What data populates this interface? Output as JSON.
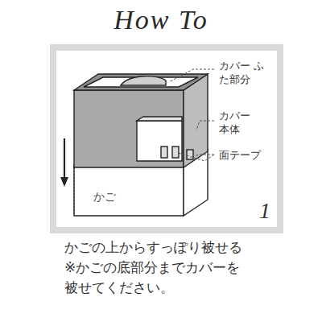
{
  "diagram": {
    "title": "How To",
    "caption": "かごの上からすっぽり被せる",
    "labels": [
      "カバー ふた部分",
      "カバー 本体",
      "面テープ",
      "かご",
      "1",
      "※かごの底部分までカバーを 被せてください。"
    ]
  }
}
